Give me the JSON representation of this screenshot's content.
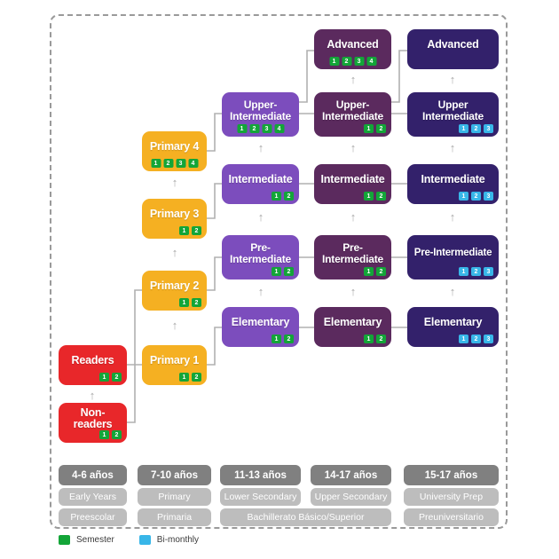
{
  "legend": {
    "semester_label": "Semester",
    "bimonthly_label": "Bi-monthly",
    "semester_color": "#13a538",
    "bimonthly_color": "#38b6e8"
  },
  "colors": {
    "red": "#e8272a",
    "amber": "#f5b022",
    "purple": "#7c4dbd",
    "plum": "#5b2a5e",
    "indigo": "#33216b",
    "footer_age": "#808080",
    "footer_stage": "#bdbdbd",
    "connector": "#b0b0b0",
    "frame": "#9a9a9a"
  },
  "columns": [
    {
      "key": "early-years",
      "color": "#e8272a",
      "nodes": [
        {
          "name": "readers",
          "label": "Readers",
          "badges": [
            {
              "n": "1",
              "type": "sem"
            },
            {
              "n": "2",
              "type": "sem"
            }
          ]
        },
        {
          "name": "non-readers",
          "label": "Non-readers",
          "badges": [
            {
              "n": "1",
              "type": "sem"
            },
            {
              "n": "2",
              "type": "sem"
            }
          ]
        }
      ]
    },
    {
      "key": "primary",
      "color": "#f5b022",
      "nodes": [
        {
          "name": "primary-4",
          "label": "Primary 4",
          "badges": [
            {
              "n": "1",
              "type": "sem"
            },
            {
              "n": "2",
              "type": "sem"
            },
            {
              "n": "3",
              "type": "sem"
            },
            {
              "n": "4",
              "type": "sem"
            }
          ]
        },
        {
          "name": "primary-3",
          "label": "Primary 3",
          "badges": [
            {
              "n": "1",
              "type": "sem"
            },
            {
              "n": "2",
              "type": "sem"
            }
          ]
        },
        {
          "name": "primary-2",
          "label": "Primary 2",
          "badges": [
            {
              "n": "1",
              "type": "sem"
            },
            {
              "n": "2",
              "type": "sem"
            }
          ]
        },
        {
          "name": "primary-1",
          "label": "Primary 1",
          "badges": [
            {
              "n": "1",
              "type": "sem"
            },
            {
              "n": "2",
              "type": "sem"
            }
          ]
        }
      ]
    },
    {
      "key": "lower-secondary",
      "color": "#7c4dbd",
      "nodes": [
        {
          "name": "upper-intermediate",
          "label": "Upper-Intermediate",
          "badges": [
            {
              "n": "1",
              "type": "sem"
            },
            {
              "n": "2",
              "type": "sem"
            },
            {
              "n": "3",
              "type": "sem"
            },
            {
              "n": "4",
              "type": "sem"
            }
          ]
        },
        {
          "name": "intermediate",
          "label": "Intermediate",
          "badges": [
            {
              "n": "1",
              "type": "sem"
            },
            {
              "n": "2",
              "type": "sem"
            }
          ]
        },
        {
          "name": "pre-intermediate",
          "label": "Pre-Intermediate",
          "badges": [
            {
              "n": "1",
              "type": "sem"
            },
            {
              "n": "2",
              "type": "sem"
            }
          ]
        },
        {
          "name": "elementary",
          "label": "Elementary",
          "badges": [
            {
              "n": "1",
              "type": "sem"
            },
            {
              "n": "2",
              "type": "sem"
            }
          ]
        }
      ]
    },
    {
      "key": "upper-secondary",
      "color": "#5b2a5e",
      "nodes": [
        {
          "name": "advanced",
          "label": "Advanced",
          "badges": [
            {
              "n": "1",
              "type": "sem"
            },
            {
              "n": "2",
              "type": "sem"
            },
            {
              "n": "3",
              "type": "sem"
            },
            {
              "n": "4",
              "type": "sem"
            }
          ]
        },
        {
          "name": "upper-intermediate",
          "label": "Upper-Intermediate",
          "badges": [
            {
              "n": "1",
              "type": "sem"
            },
            {
              "n": "2",
              "type": "sem"
            }
          ]
        },
        {
          "name": "intermediate",
          "label": "Intermediate",
          "badges": [
            {
              "n": "1",
              "type": "sem"
            },
            {
              "n": "2",
              "type": "sem"
            }
          ]
        },
        {
          "name": "pre-intermediate",
          "label": "Pre-Intermediate",
          "badges": [
            {
              "n": "1",
              "type": "sem"
            },
            {
              "n": "2",
              "type": "sem"
            }
          ]
        },
        {
          "name": "elementary",
          "label": "Elementary",
          "badges": [
            {
              "n": "1",
              "type": "sem"
            },
            {
              "n": "2",
              "type": "sem"
            }
          ]
        }
      ]
    },
    {
      "key": "university-prep",
      "color": "#33216b",
      "nodes": [
        {
          "name": "advanced",
          "label": "Advanced",
          "badges": []
        },
        {
          "name": "upper-intermediate",
          "label": "Upper Intermediate",
          "badges": [
            {
              "n": "1",
              "type": "bim"
            },
            {
              "n": "2",
              "type": "bim"
            },
            {
              "n": "3",
              "type": "bim"
            }
          ]
        },
        {
          "name": "intermediate",
          "label": "Intermediate",
          "badges": [
            {
              "n": "1",
              "type": "bim"
            },
            {
              "n": "2",
              "type": "bim"
            },
            {
              "n": "3",
              "type": "bim"
            }
          ]
        },
        {
          "name": "pre-intermediate",
          "label": "Pre-Intermediate",
          "badges": [
            {
              "n": "1",
              "type": "bim"
            },
            {
              "n": "2",
              "type": "bim"
            },
            {
              "n": "3",
              "type": "bim"
            }
          ]
        },
        {
          "name": "elementary",
          "label": "Elementary",
          "badges": [
            {
              "n": "1",
              "type": "bim"
            },
            {
              "n": "2",
              "type": "bim"
            },
            {
              "n": "3",
              "type": "bim"
            }
          ]
        }
      ]
    }
  ],
  "footer": {
    "ages": [
      "4-6 años",
      "7-10 años",
      "11-13 años",
      "14-17 años",
      "15-17 años"
    ],
    "stages_en": [
      "Early Years",
      "Primary",
      "Lower Secondary",
      "Upper Secondary",
      "University Prep"
    ],
    "stages_es": [
      "Preescolar",
      "Primaria",
      "Bachillerato Básico/Superior",
      "Preuniversitario"
    ]
  }
}
